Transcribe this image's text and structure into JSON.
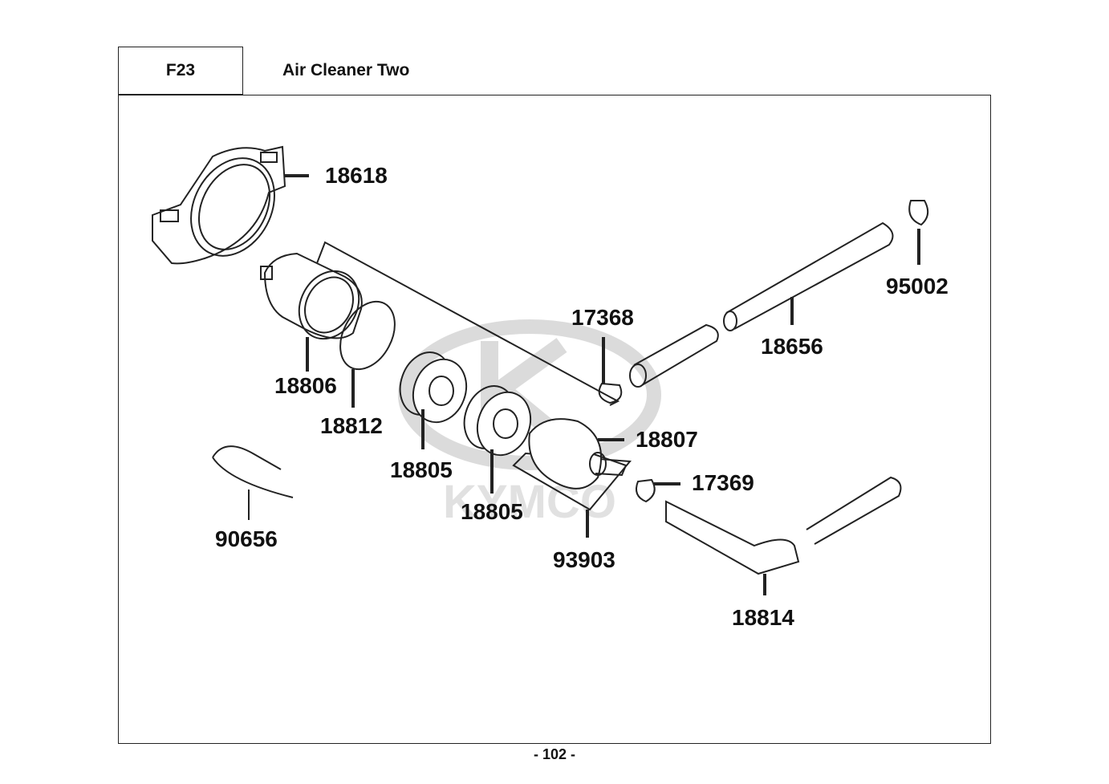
{
  "header": {
    "code": "F23",
    "title": "Air Cleaner Two"
  },
  "watermark": {
    "text": "KYMCO"
  },
  "parts": [
    {
      "id": "label-18618",
      "number": "18618"
    },
    {
      "id": "label-95002",
      "number": "95002"
    },
    {
      "id": "label-17368",
      "number": "17368"
    },
    {
      "id": "label-18656",
      "number": "18656"
    },
    {
      "id": "label-18806",
      "number": "18806"
    },
    {
      "id": "label-18812",
      "number": "18812"
    },
    {
      "id": "label-18807",
      "number": "18807"
    },
    {
      "id": "label-18805a",
      "number": "18805"
    },
    {
      "id": "label-17369",
      "number": "17369"
    },
    {
      "id": "label-18805b",
      "number": "18805"
    },
    {
      "id": "label-90656",
      "number": "90656"
    },
    {
      "id": "label-93903",
      "number": "93903"
    },
    {
      "id": "label-18814",
      "number": "18814"
    }
  ],
  "footer": {
    "page_number": "- 102 -"
  }
}
